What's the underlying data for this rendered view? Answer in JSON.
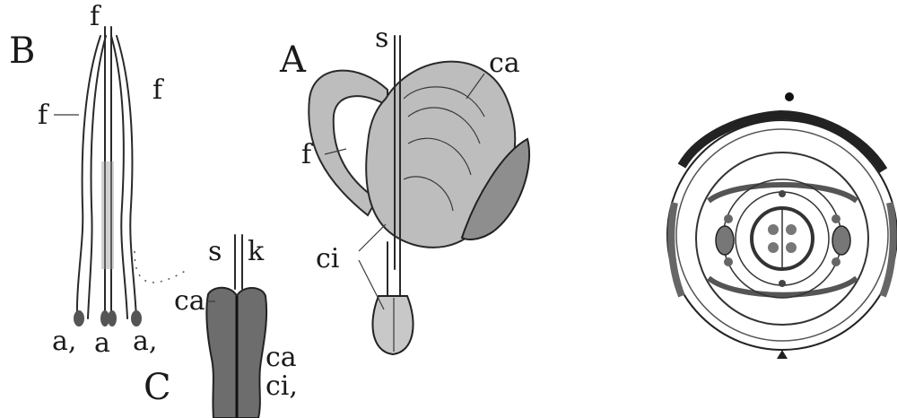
{
  "figure_B": {
    "panel_letter": "B",
    "f_top": "f",
    "f_left": "f",
    "f_right": "f",
    "a_left": "a,",
    "a_mid": "a",
    "a_right": "a,"
  },
  "figure_A": {
    "panel_letter": "A",
    "s": "s",
    "ca": "ca",
    "f": "f",
    "ci": "ci"
  },
  "figure_C": {
    "panel_letter": "C",
    "s": "s",
    "k": "k",
    "ca_left": "ca",
    "ca_right": "ca",
    "ci": "ci,"
  },
  "colors": {
    "ink": "#2a2a2a",
    "shade_light": "#bdbdbd",
    "shade_dark": "#8e8e8e"
  }
}
